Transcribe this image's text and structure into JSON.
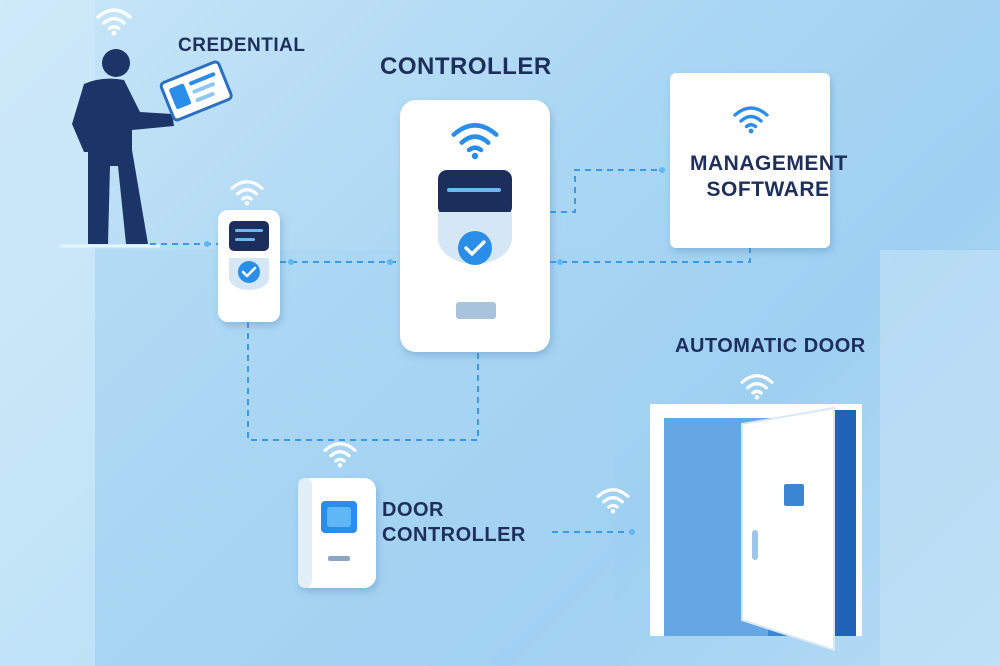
{
  "labels": {
    "credential": "CREDENTIAL",
    "controller": "CONTROLLER",
    "management_software": "MANAGEMENT SOFTWARE",
    "automatic_door": "AUTOMATIC DOOR",
    "door_controller": "DOOR CONTROLLER"
  },
  "colors": {
    "label": "#1e2f5c",
    "person": "#1b3568",
    "accent": "#2a8ee8",
    "screen": "#1e2f5c",
    "device_body": "#ffffff",
    "door_frame": "#2f7fd0",
    "connector": "#3a9ae8"
  },
  "icons": [
    "wifi-icon",
    "check-icon",
    "id-card-icon"
  ]
}
